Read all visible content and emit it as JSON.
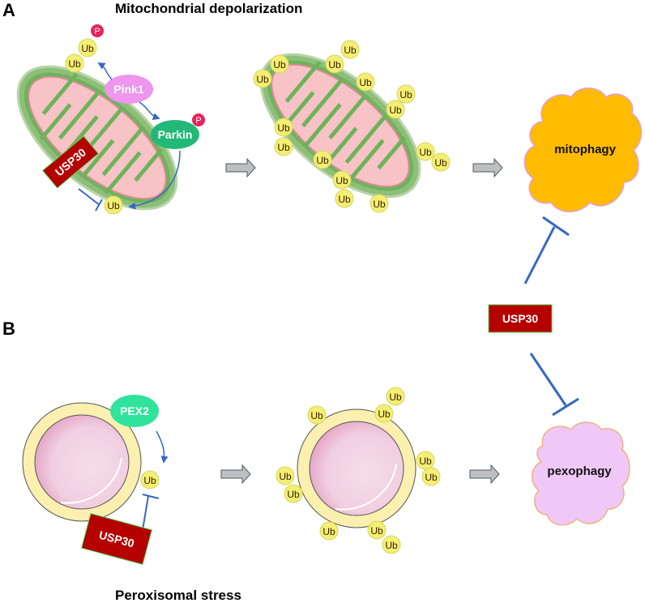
{
  "panel_a": {
    "letter": "A",
    "title": "Mitochondrial depolarization",
    "pink1_label": "Pink1",
    "parkin_label": "Parkin",
    "phospho_label": "P",
    "usp30_label": "USP30",
    "ub_label": "Ub",
    "outcome_label": "mitophagy"
  },
  "panel_b": {
    "letter": "B",
    "title": "Peroxisomal stress",
    "pex2_label": "PEX2",
    "usp30_label": "USP30",
    "ub_label": "Ub",
    "outcome_label": "pexophagy"
  },
  "shared": {
    "usp30_label": "USP30"
  },
  "colors": {
    "ub_fill": "#f3ef72",
    "usp30_fill": "#b50000",
    "pink1_fill": "#ee95ee",
    "parkin_fill": "#22b877",
    "pex2_fill": "#2fe39c",
    "phospho_fill": "#e8215c",
    "inhibition_line": "#3568c4",
    "mitophagy_fill": "#ffbb00",
    "pexophagy_fill": "#f0c8f8",
    "arrow_fill": "#bfbfbf"
  }
}
